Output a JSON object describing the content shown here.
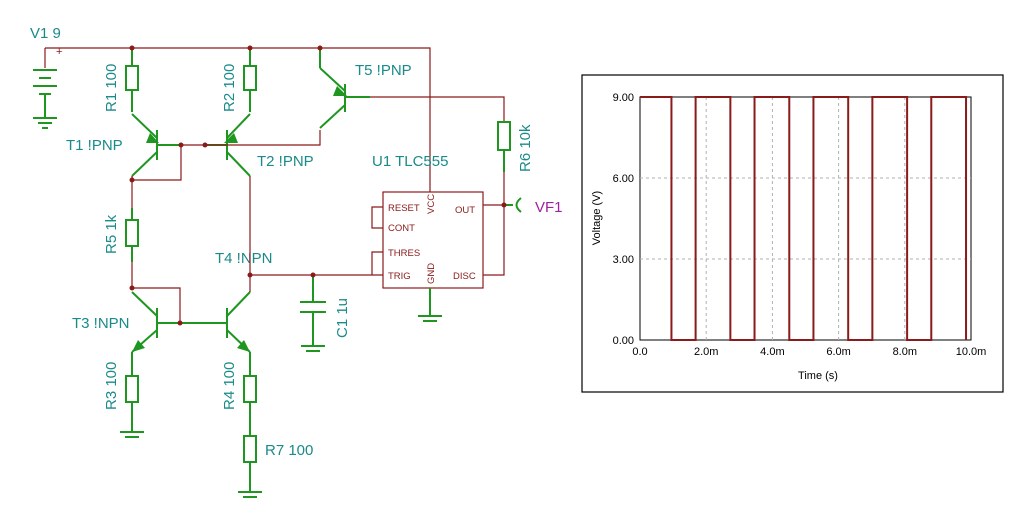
{
  "schematic": {
    "components": {
      "v1": "V1 9",
      "r1": "R1 100",
      "r2": "R2 100",
      "r3": "R3 100",
      "r4": "R4 100",
      "r5": "R5 1k",
      "r6": "R6 10k",
      "r7": "R7 100",
      "t1": "T1 !PNP",
      "t2": "T2 !PNP",
      "t3": "T3 !NPN",
      "t4": "T4 !NPN",
      "t5": "T5 !PNP",
      "u1": "U1 TLC555",
      "c1": "C1 1u",
      "probe": "VF1"
    },
    "plus_sign": "+",
    "ic_pins": {
      "reset": "RESET",
      "cont": "CONT",
      "thres": "THRES",
      "trig": "TRIG",
      "vcc": "VCC",
      "gnd": "GND",
      "out": "OUT",
      "disc": "DISC"
    }
  },
  "chart_data": {
    "type": "line",
    "xlabel": "Time (s)",
    "ylabel": "Voltage (V)",
    "xlim": [
      0,
      0.01
    ],
    "ylim": [
      0,
      9
    ],
    "x_ticks": [
      "0.0",
      "2.0m",
      "4.0m",
      "6.0m",
      "8.0m",
      "10.0m"
    ],
    "y_ticks": [
      "0.00",
      "3.00",
      "6.00",
      "9.00"
    ],
    "x_tick_values": [
      0,
      0.002,
      0.004,
      0.006,
      0.008,
      0.01
    ],
    "y_tick_values": [
      0,
      3,
      6,
      9
    ],
    "grid": true,
    "legend": "none",
    "series": [
      {
        "color": "#8b1a1a",
        "x": [
          0,
          0.00095,
          0.00095,
          0.00168,
          0.00168,
          0.00273,
          0.00273,
          0.00346,
          0.00346,
          0.00451,
          0.00451,
          0.00524,
          0.00524,
          0.00629,
          0.00629,
          0.00702,
          0.00702,
          0.00807,
          0.00807,
          0.0088,
          0.0088,
          0.00985,
          0.00985
        ],
        "y": [
          9,
          9,
          0,
          0,
          9,
          9,
          0,
          0,
          9,
          9,
          0,
          0,
          9,
          9,
          0,
          0,
          9,
          9,
          0,
          0,
          9,
          9,
          0
        ]
      }
    ]
  }
}
